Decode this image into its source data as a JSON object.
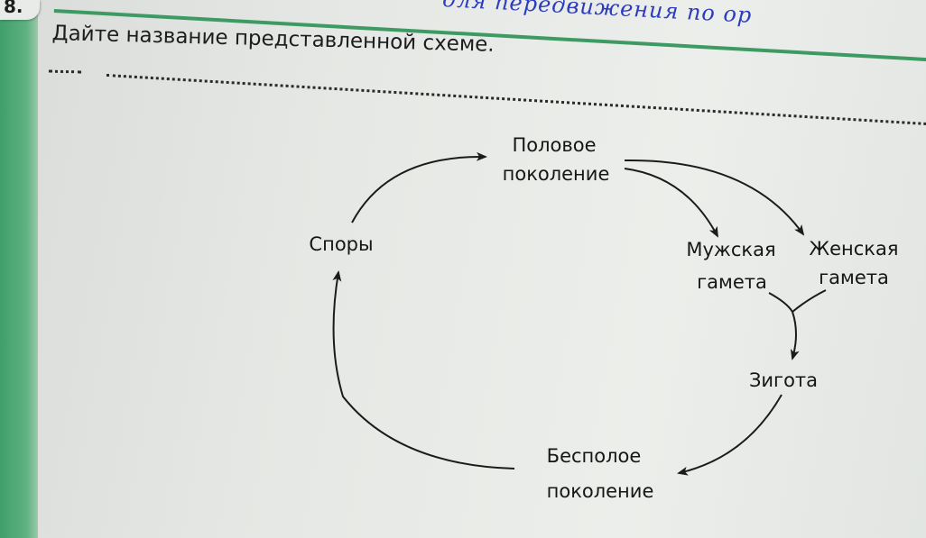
{
  "task": {
    "number": "8.",
    "question": "Дайте название представленной схеме.",
    "answer_line_prefix": "....",
    "handwritten_note": "для передвижения по ор"
  },
  "diagram": {
    "nodes": {
      "sexual_generation": [
        "Половое",
        "поколение"
      ],
      "male_gamete": [
        "Мужская",
        "гамета"
      ],
      "female_gamete": [
        "Женская",
        "гамета"
      ],
      "zygote": "Зигота",
      "asexual_generation": [
        "Бесполое",
        "поколение"
      ],
      "spores": "Споры"
    }
  }
}
